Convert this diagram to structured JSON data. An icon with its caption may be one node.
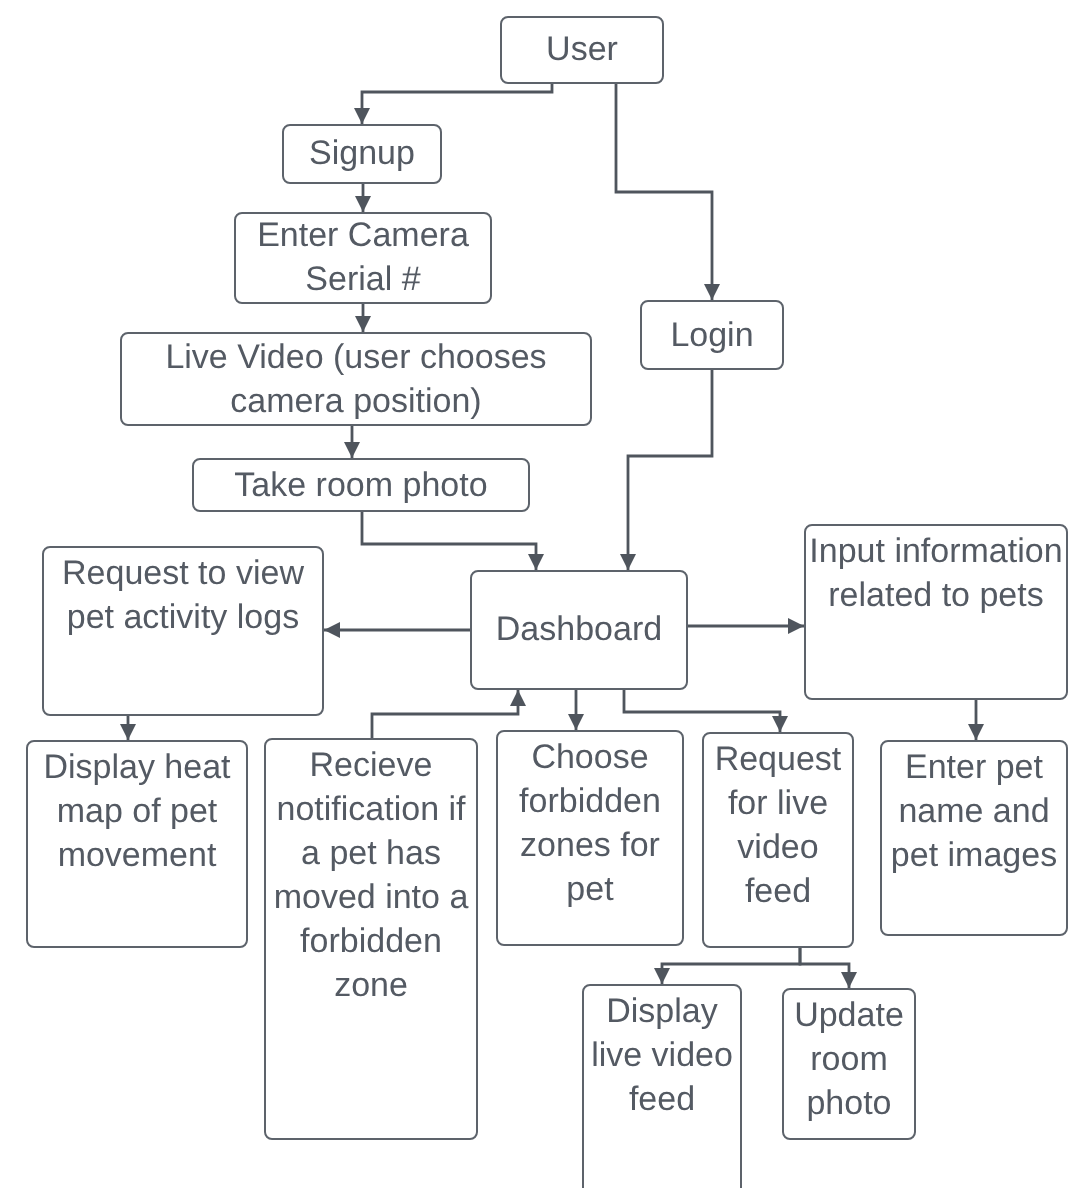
{
  "diagram": {
    "nodes": [
      {
        "text": [
          "User"
        ]
      },
      {
        "text": [
          "Signup"
        ]
      },
      {
        "text": [
          "Enter Camera Serial #"
        ]
      },
      {
        "text": [
          "Live Video (user chooses camera position)"
        ]
      },
      {
        "text": [
          "Take room photo"
        ]
      },
      {
        "text": [
          "Login"
        ]
      },
      {
        "text": [
          "Dashboard"
        ]
      },
      {
        "text": [
          "Request to view pet activity logs"
        ]
      },
      {
        "text": [
          "Input information related to pets"
        ]
      },
      {
        "text": [
          "Display heat map of pet movement"
        ]
      },
      {
        "text": [
          "Recieve notification if a pet has moved into a forbidden zone"
        ]
      },
      {
        "text": [
          "Choose forbidden zones for pet"
        ]
      },
      {
        "text": [
          "Request for live video feed"
        ]
      },
      {
        "text": [
          "Enter pet name and pet images"
        ]
      },
      {
        "text": [
          "Display live video feed"
        ]
      },
      {
        "text": [
          "Update room photo"
        ]
      }
    ],
    "edges": [
      {
        "from": 0,
        "to": 1,
        "arrow": "to"
      },
      {
        "from": 0,
        "to": 5,
        "arrow": "to"
      },
      {
        "from": 1,
        "to": 2,
        "arrow": "to"
      },
      {
        "from": 2,
        "to": 3,
        "arrow": "to"
      },
      {
        "from": 3,
        "to": 4,
        "arrow": "to"
      },
      {
        "from": 4,
        "to": 6,
        "arrow": "to"
      },
      {
        "from": 5,
        "to": 6,
        "arrow": "to"
      },
      {
        "from": 6,
        "to": 7,
        "arrow": "to"
      },
      {
        "from": 6,
        "to": 8,
        "arrow": "to"
      },
      {
        "from": 7,
        "to": 9,
        "arrow": "to"
      },
      {
        "from": 8,
        "to": 13,
        "arrow": "to"
      },
      {
        "from": 10,
        "to": 6,
        "arrow": "to"
      },
      {
        "from": 6,
        "to": 11,
        "arrow": "to"
      },
      {
        "from": 6,
        "to": 12,
        "arrow": "to"
      },
      {
        "from": 12,
        "to": 14,
        "arrow": "to"
      },
      {
        "from": 12,
        "to": 15,
        "arrow": "to"
      }
    ]
  }
}
